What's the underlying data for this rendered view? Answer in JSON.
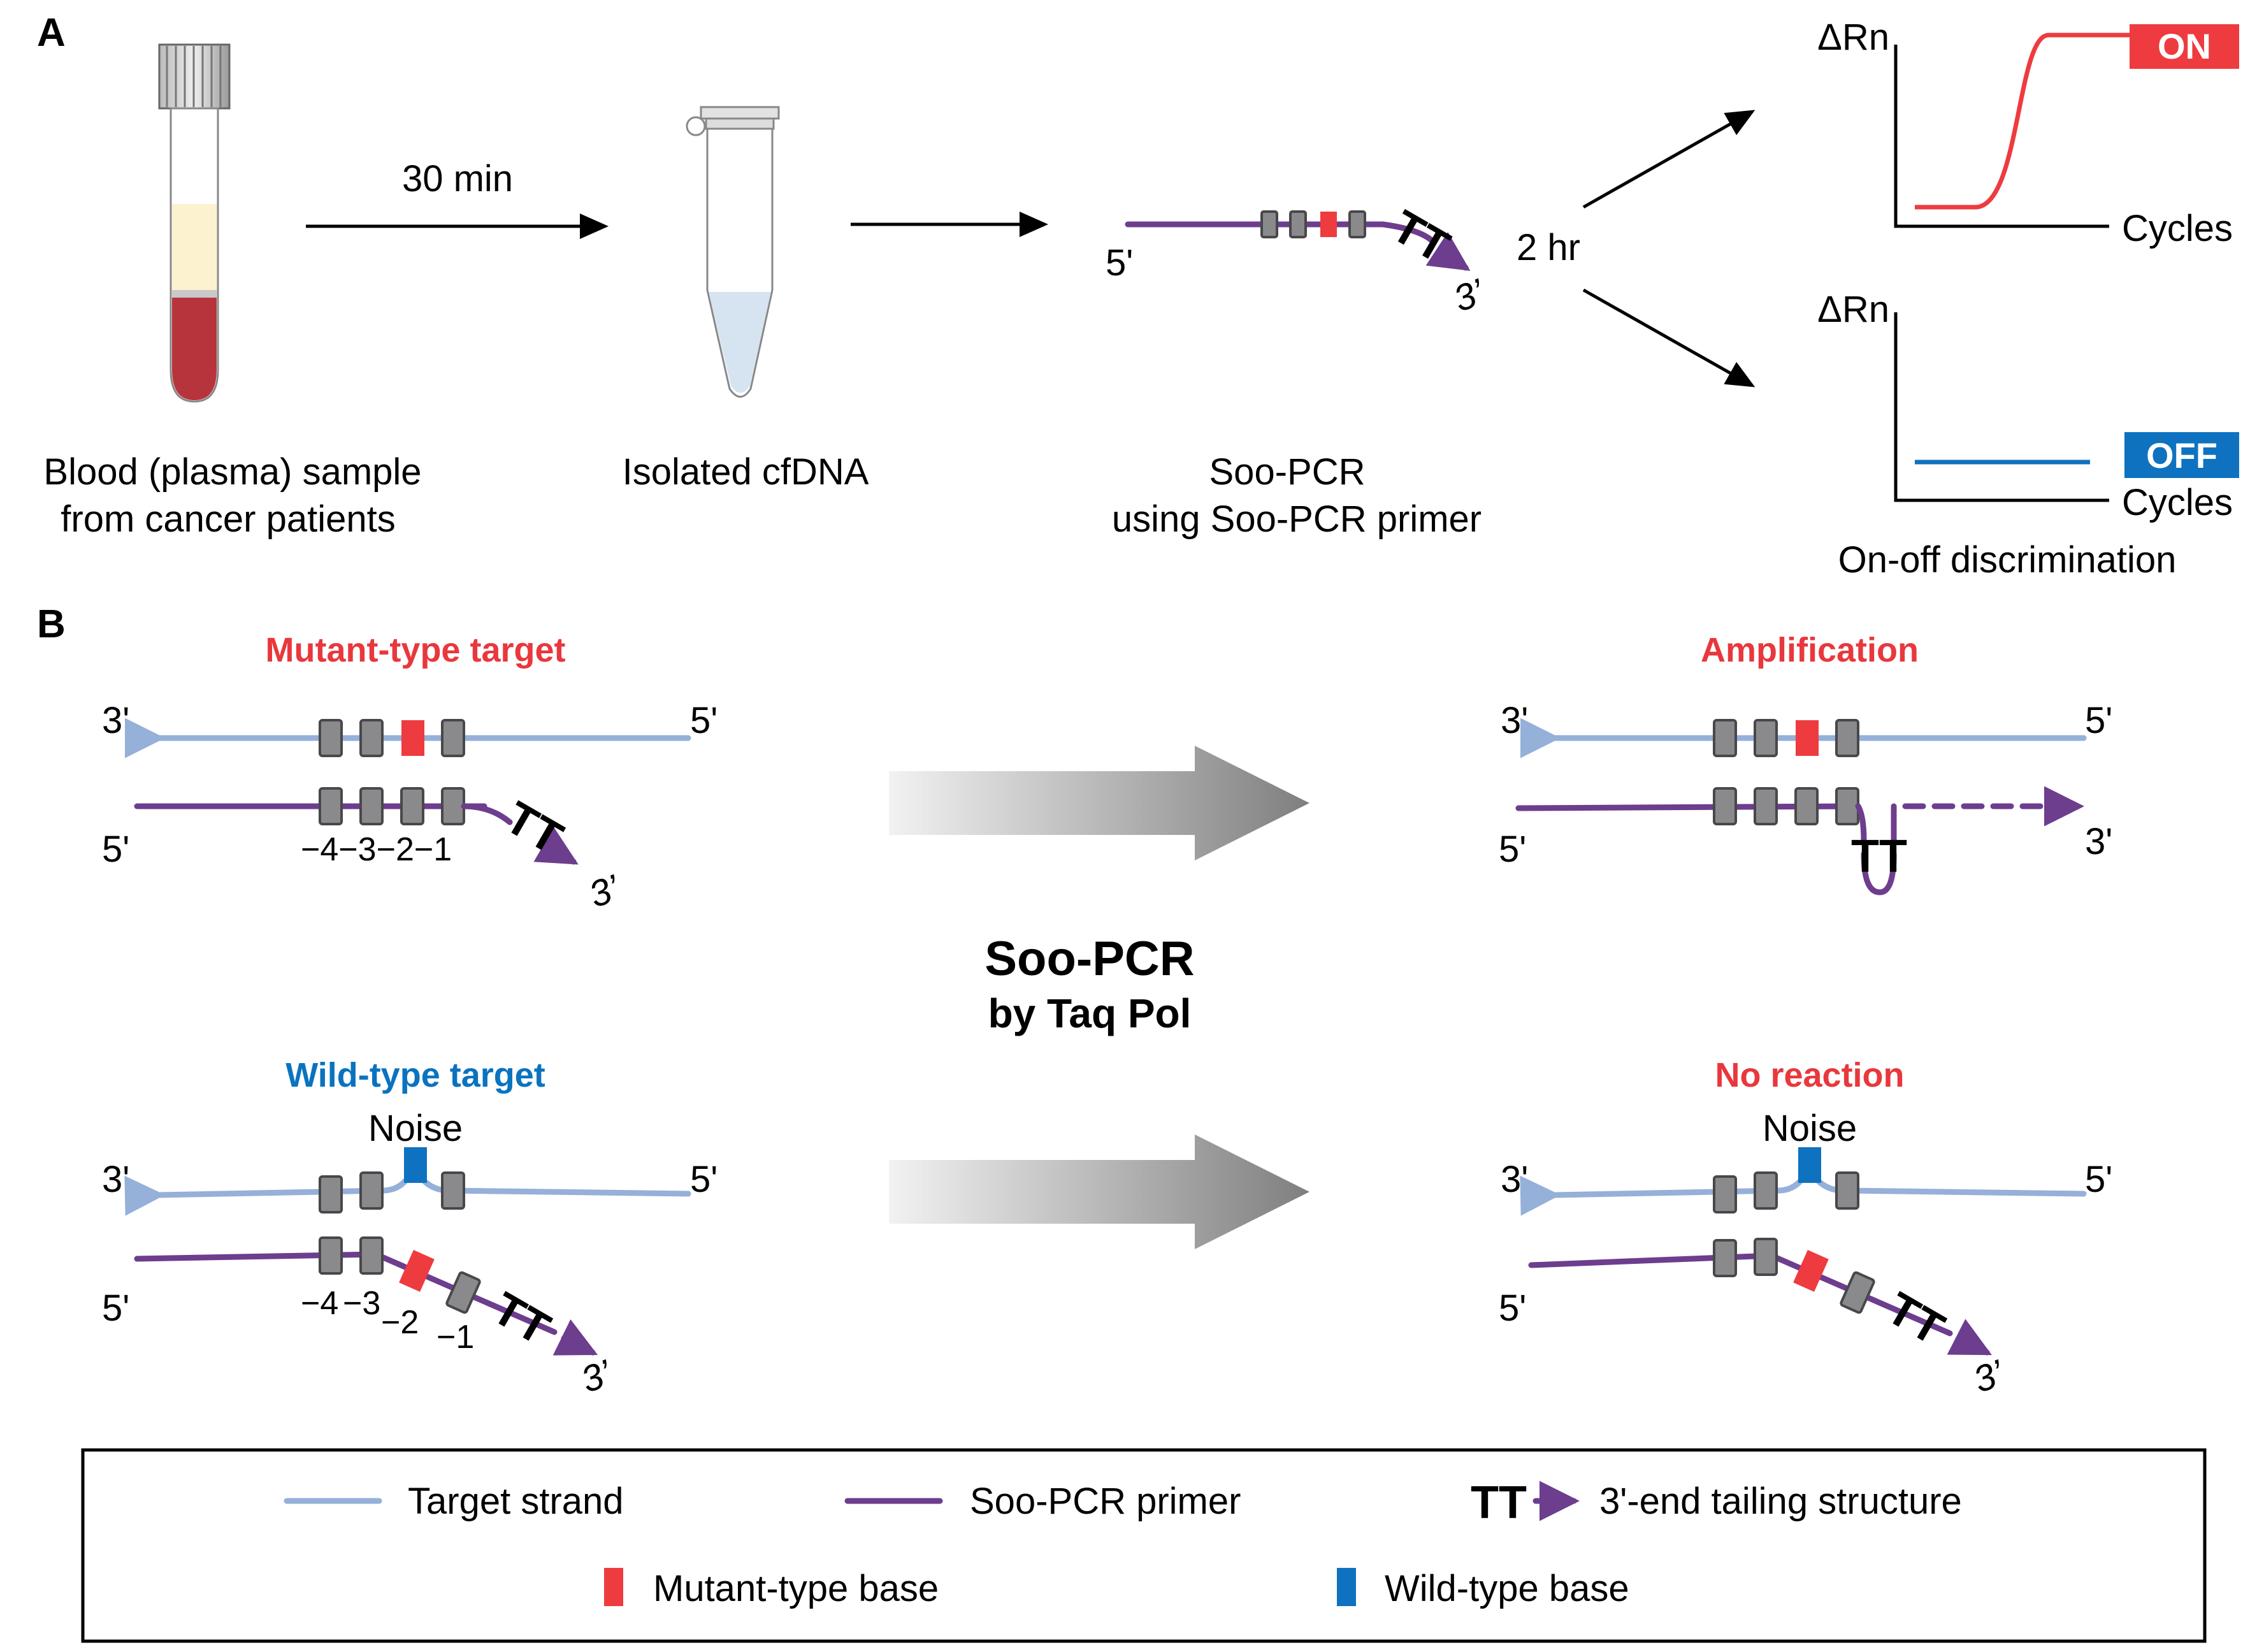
{
  "panelA": {
    "label": "A",
    "step1_time": "30 min",
    "step3_time": "2 hr",
    "tube_caption_1": "Blood (plasma) sample",
    "tube_caption_2": "from cancer patients",
    "cfdna_caption": "Isolated cfDNA",
    "soo_caption_1": "Soo-PCR",
    "soo_caption_2": "using Soo-PCR primer",
    "primer_5": "5'",
    "primer_3": "3’",
    "primer_tt": "TT",
    "graph_on_y": "ΔRn",
    "graph_on_x": "Cycles",
    "graph_on_badge": "ON",
    "graph_off_y": "ΔRn",
    "graph_off_x": "Cycles",
    "graph_off_badge": "OFF",
    "discrimination_caption": "On-off discrimination",
    "colors": {
      "on": "#ee3b3f",
      "off": "#0e72c0",
      "primer": "#6d3d8e"
    }
  },
  "panelB": {
    "label": "B",
    "mutant_title": "Mutant-type target",
    "wild_title": "Wild-type target",
    "amp_title": "Amplification",
    "noreact_title": "No reaction",
    "noise": "Noise",
    "center_title_1": "Soo-PCR",
    "center_title_2": "by Taq Pol",
    "end3": "3'",
    "end5": "5'",
    "end3_italic": "3’",
    "tt": "TT",
    "positions": "−4−3−2−1",
    "pos_m4": "−4",
    "pos_m3": "−3",
    "pos_m2": "−2",
    "pos_m1": "−1"
  },
  "legend": {
    "target_strand": "Target strand",
    "primer": "Soo-PCR primer",
    "tt": "TT",
    "tailing": "3'-end tailing structure",
    "mutant_base": "Mutant-type base",
    "wild_base": "Wild-type base",
    "colors": {
      "target": "#95b0d9",
      "primer": "#6d3d8e",
      "mutant": "#ee3b3f",
      "wild": "#0e72c0"
    }
  }
}
